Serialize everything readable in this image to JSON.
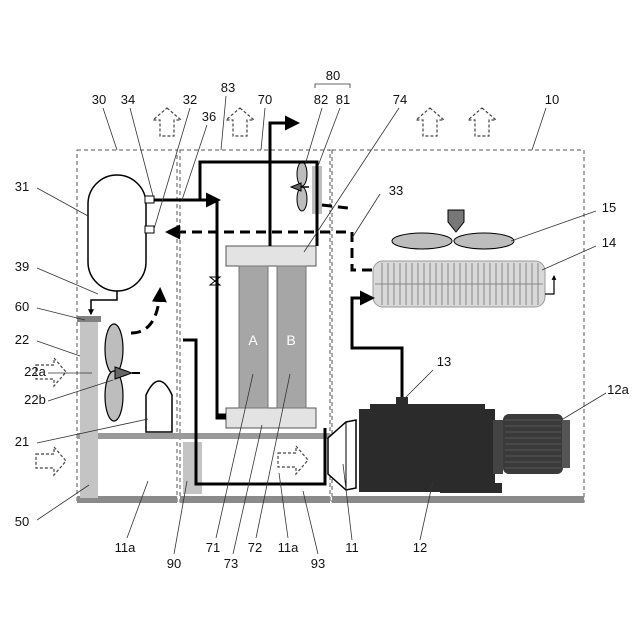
{
  "labels": {
    "l80": "80",
    "l83": "83",
    "l70": "70",
    "l82": "82",
    "l81": "81",
    "l74": "74",
    "l10": "10",
    "l30": "30",
    "l34": "34",
    "l32": "32",
    "l36": "36",
    "l31": "31",
    "l33": "33",
    "l15": "15",
    "l14": "14",
    "l39": "39",
    "l60": "60",
    "l22": "22",
    "l22a": "22a",
    "l22b": "22b",
    "l21": "21",
    "l13": "13",
    "l12a": "12a",
    "l50": "50",
    "l11a_1": "11a",
    "l90": "90",
    "l71": "71",
    "l73": "73",
    "l72": "72",
    "l11a_2": "11a",
    "l93": "93",
    "l11": "11",
    "l12": "12"
  },
  "captions": {
    "a": "A",
    "b": "B"
  },
  "colors": {
    "tower": "#a6a6a6",
    "cap": "#e3e3e3",
    "compressor": "#2b2b2b",
    "motor": "#3a3a3a",
    "floor": "#8a8a8a",
    "panel": "#bdbdbd",
    "cooler_fin": "#d9d9d9"
  }
}
